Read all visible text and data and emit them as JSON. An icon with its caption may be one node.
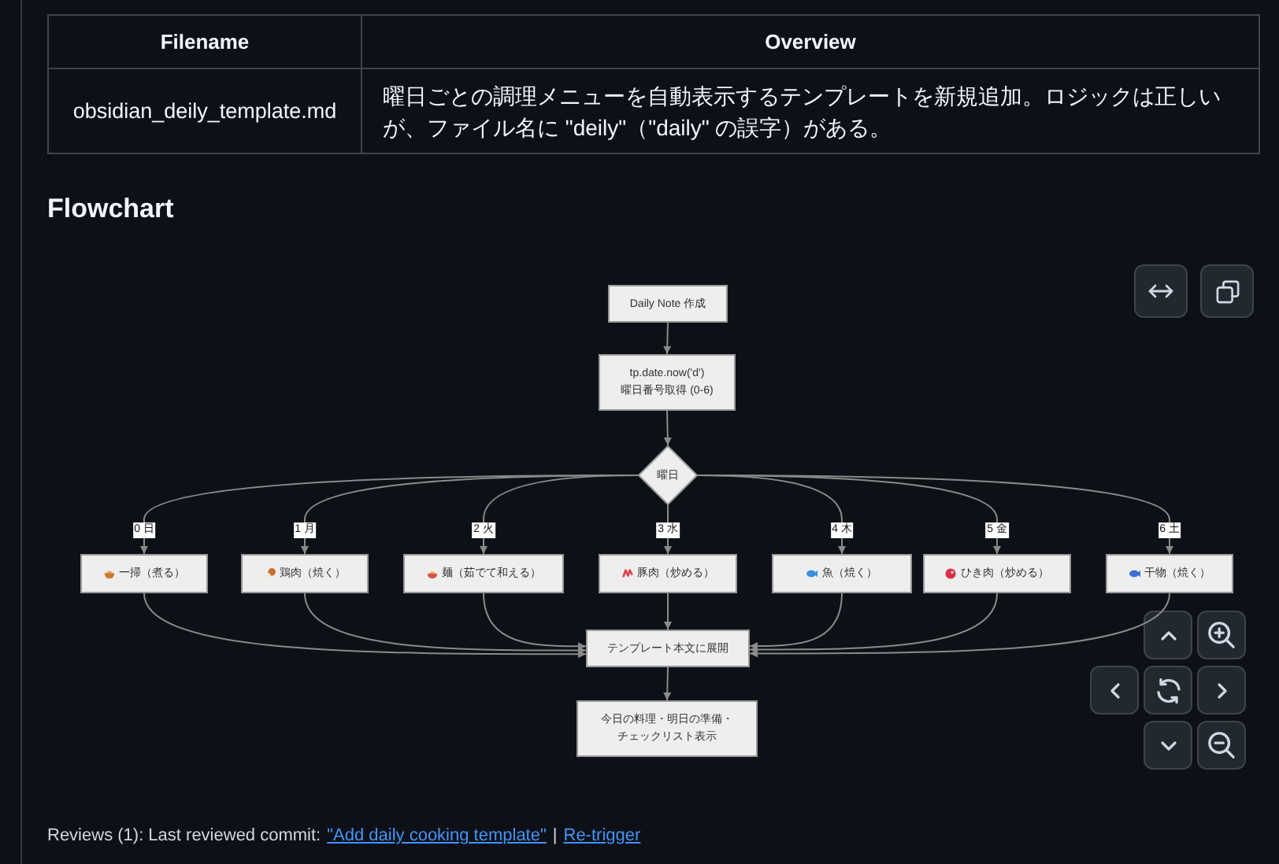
{
  "diagram": {
    "title": "Flowchart",
    "nodes": [
      {
        "text": [
          "Daily Note 作成"
        ]
      },
      {
        "text": [
          "tp.date.now('d') 曜日番号取得 (0-6)"
        ]
      },
      {
        "text": [
          "曜日"
        ]
      },
      {
        "text": [
          "一掃（煮る）"
        ]
      },
      {
        "text": [
          "鶏肉（焼く）"
        ]
      },
      {
        "text": [
          "麺（茹でて和える）"
        ]
      },
      {
        "text": [
          "豚肉（炒める）"
        ]
      },
      {
        "text": [
          "魚（焼く）"
        ]
      },
      {
        "text": [
          "ひき肉（炒める）"
        ]
      },
      {
        "text": [
          "干物（焼く）"
        ]
      },
      {
        "text": [
          "テンプレート本文に展開"
        ]
      },
      {
        "text": [
          "今日の料理・明日の準備・チェックリスト表示"
        ]
      }
    ],
    "edges": [
      {
        "from": 0,
        "to": 1,
        "arrow": "to"
      },
      {
        "from": 1,
        "to": 2,
        "arrow": "to"
      },
      {
        "from": 2,
        "to": 3,
        "arrow": "to",
        "label": "0 日"
      },
      {
        "from": 2,
        "to": 4,
        "arrow": "to",
        "label": "1 月"
      },
      {
        "from": 2,
        "to": 5,
        "arrow": "to",
        "label": "2 火"
      },
      {
        "from": 2,
        "to": 6,
        "arrow": "to",
        "label": "3 水"
      },
      {
        "from": 2,
        "to": 7,
        "arrow": "to",
        "label": "4 木"
      },
      {
        "from": 2,
        "to": 8,
        "arrow": "to",
        "label": "5 金"
      },
      {
        "from": 2,
        "to": 9,
        "arrow": "to",
        "label": "6 土"
      },
      {
        "from": 3,
        "to": 10,
        "arrow": "to"
      },
      {
        "from": 4,
        "to": 10,
        "arrow": "to"
      },
      {
        "from": 5,
        "to": 10,
        "arrow": "to"
      },
      {
        "from": 6,
        "to": 10,
        "arrow": "to"
      },
      {
        "from": 7,
        "to": 10,
        "arrow": "to"
      },
      {
        "from": 8,
        "to": 10,
        "arrow": "to"
      },
      {
        "from": 9,
        "to": 10,
        "arrow": "to"
      },
      {
        "from": 10,
        "to": 11,
        "arrow": "to"
      }
    ],
    "labels": [
      "Filename",
      "Overview",
      "obsidian_deily_template.md",
      "曜日ごとの調理メニューを自動表示するテンプレートを新規追加。ロジックは正しいが、ファイル名に \"deily\"（\"daily\" の誤字）がある。",
      "Reviews (1): Last reviewed commit:",
      "\"Add daily cooking template\"",
      "|",
      "Re-trigger"
    ]
  }
}
